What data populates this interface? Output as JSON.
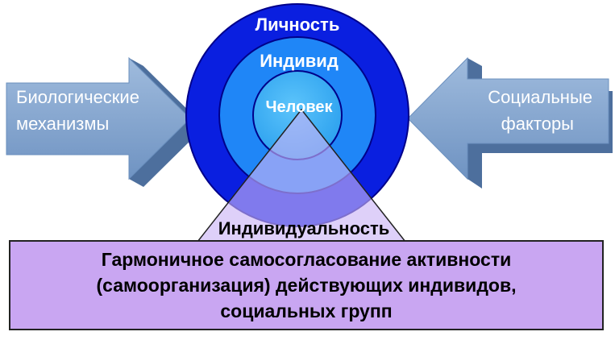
{
  "circles": {
    "outer": "Личность",
    "middle": "Индивид",
    "inner": "Человек"
  },
  "arrows": {
    "left": [
      "Биологические",
      "механизмы"
    ],
    "right": [
      "Социальные",
      "факторы"
    ]
  },
  "triangle": "Индивидуальность",
  "bottom": [
    "Гармоничное самосогласование активности",
    "(самоорганизация) действующих индивидов,",
    "социальных групп"
  ],
  "colors": {
    "outer_circle": "#0a1fe0",
    "middle_circle": "#1f86f7",
    "inner_circle": "#33adf5",
    "arrow": "#7a9fcb",
    "triangle": "#d8c4f7",
    "bottom_box": "#c9a6f2"
  }
}
